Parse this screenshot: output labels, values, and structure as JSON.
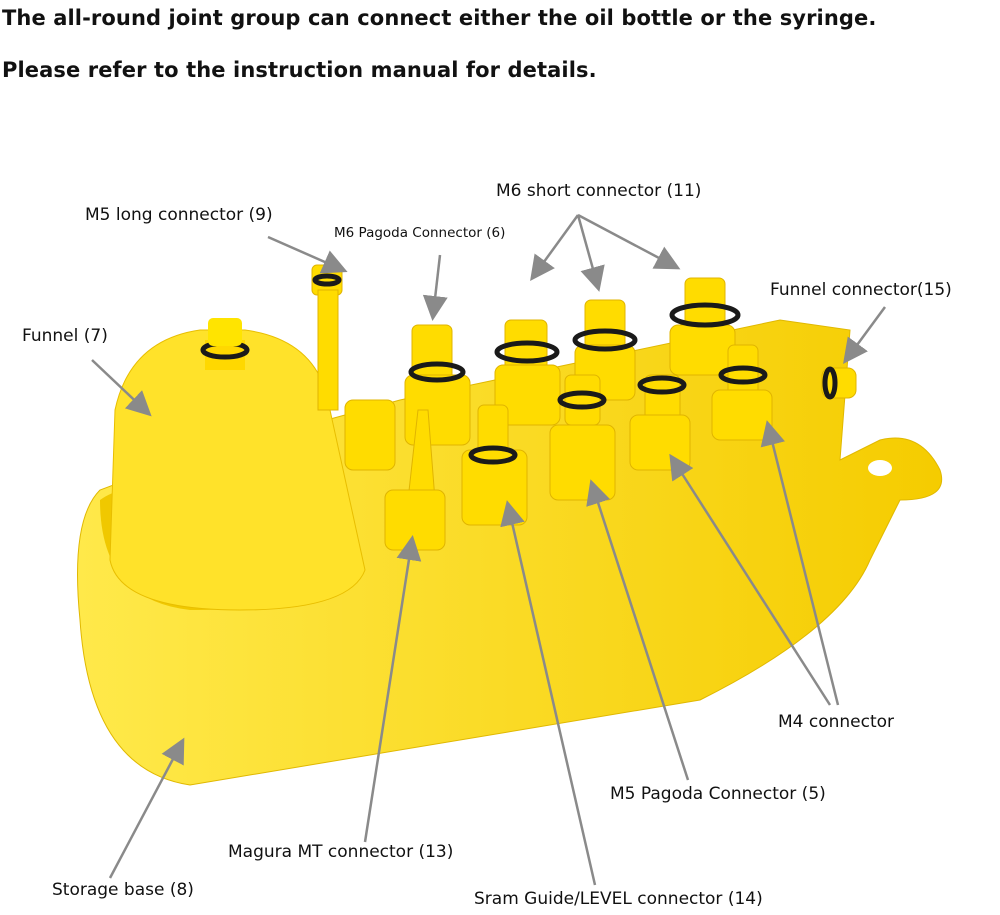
{
  "headline": {
    "line1": "The all-round joint group can connect either the oil bottle or the syringe.",
    "line2": "Please refer to the instruction manual for details."
  },
  "labels": {
    "m5_long": "M5 long connector (9)",
    "m6_pagoda": "M6 Pagoda Connector (6)",
    "m6_short": "M6 short connector (11)",
    "funnel_connector": "Funnel connector(15)",
    "funnel": "Funnel (7)",
    "m4": "M4 connector",
    "m5_pagoda": "M5 Pagoda Connector (5)",
    "magura": "Magura MT connector (13)",
    "storage_base": "Storage base (8)",
    "sram": "Sram Guide/LEVEL connector (14)"
  },
  "colors": {
    "product": "#ffe100",
    "shade": "#f2c400",
    "oring": "#1a1a1a",
    "arrow": "#8a8a8a"
  }
}
